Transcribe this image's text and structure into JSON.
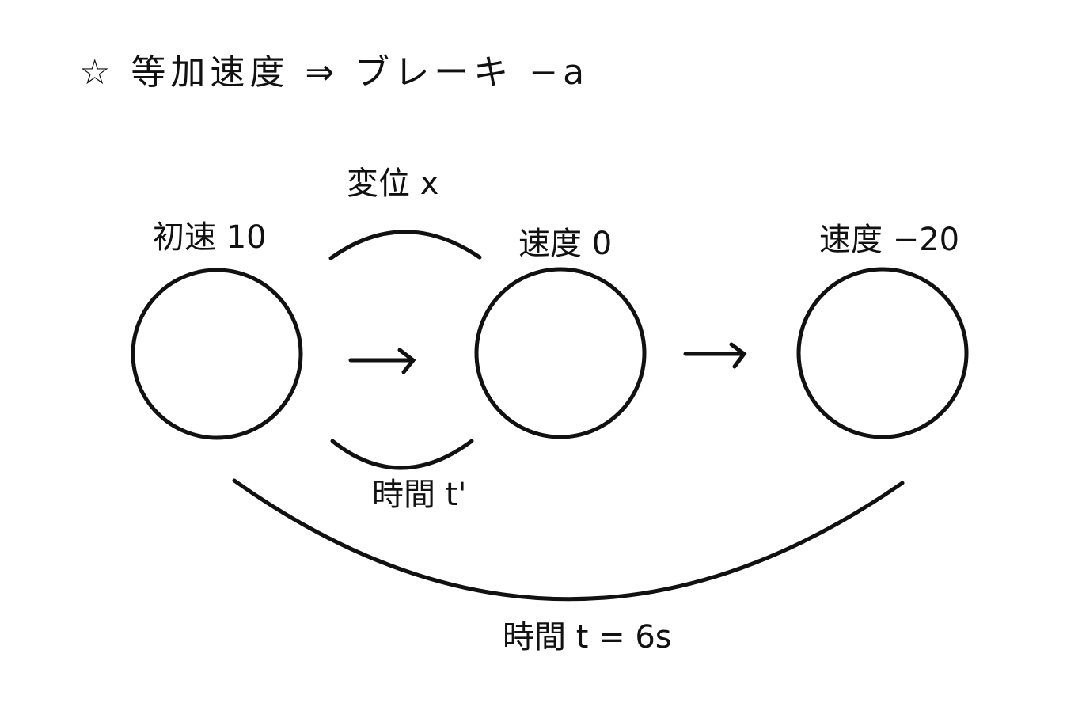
{
  "title": "☆ 等加速度 ⇒ ブレーキ −a",
  "labels": {
    "displacement": "変位 x",
    "initial_velocity": "初速 10",
    "velocity_zero": "速度 0",
    "velocity_final": "速度 −20",
    "time_partial": "時間 t'",
    "time_total": "時間 t = 6s"
  },
  "colors": {
    "ink": "#111111",
    "background": "#ffffff"
  }
}
